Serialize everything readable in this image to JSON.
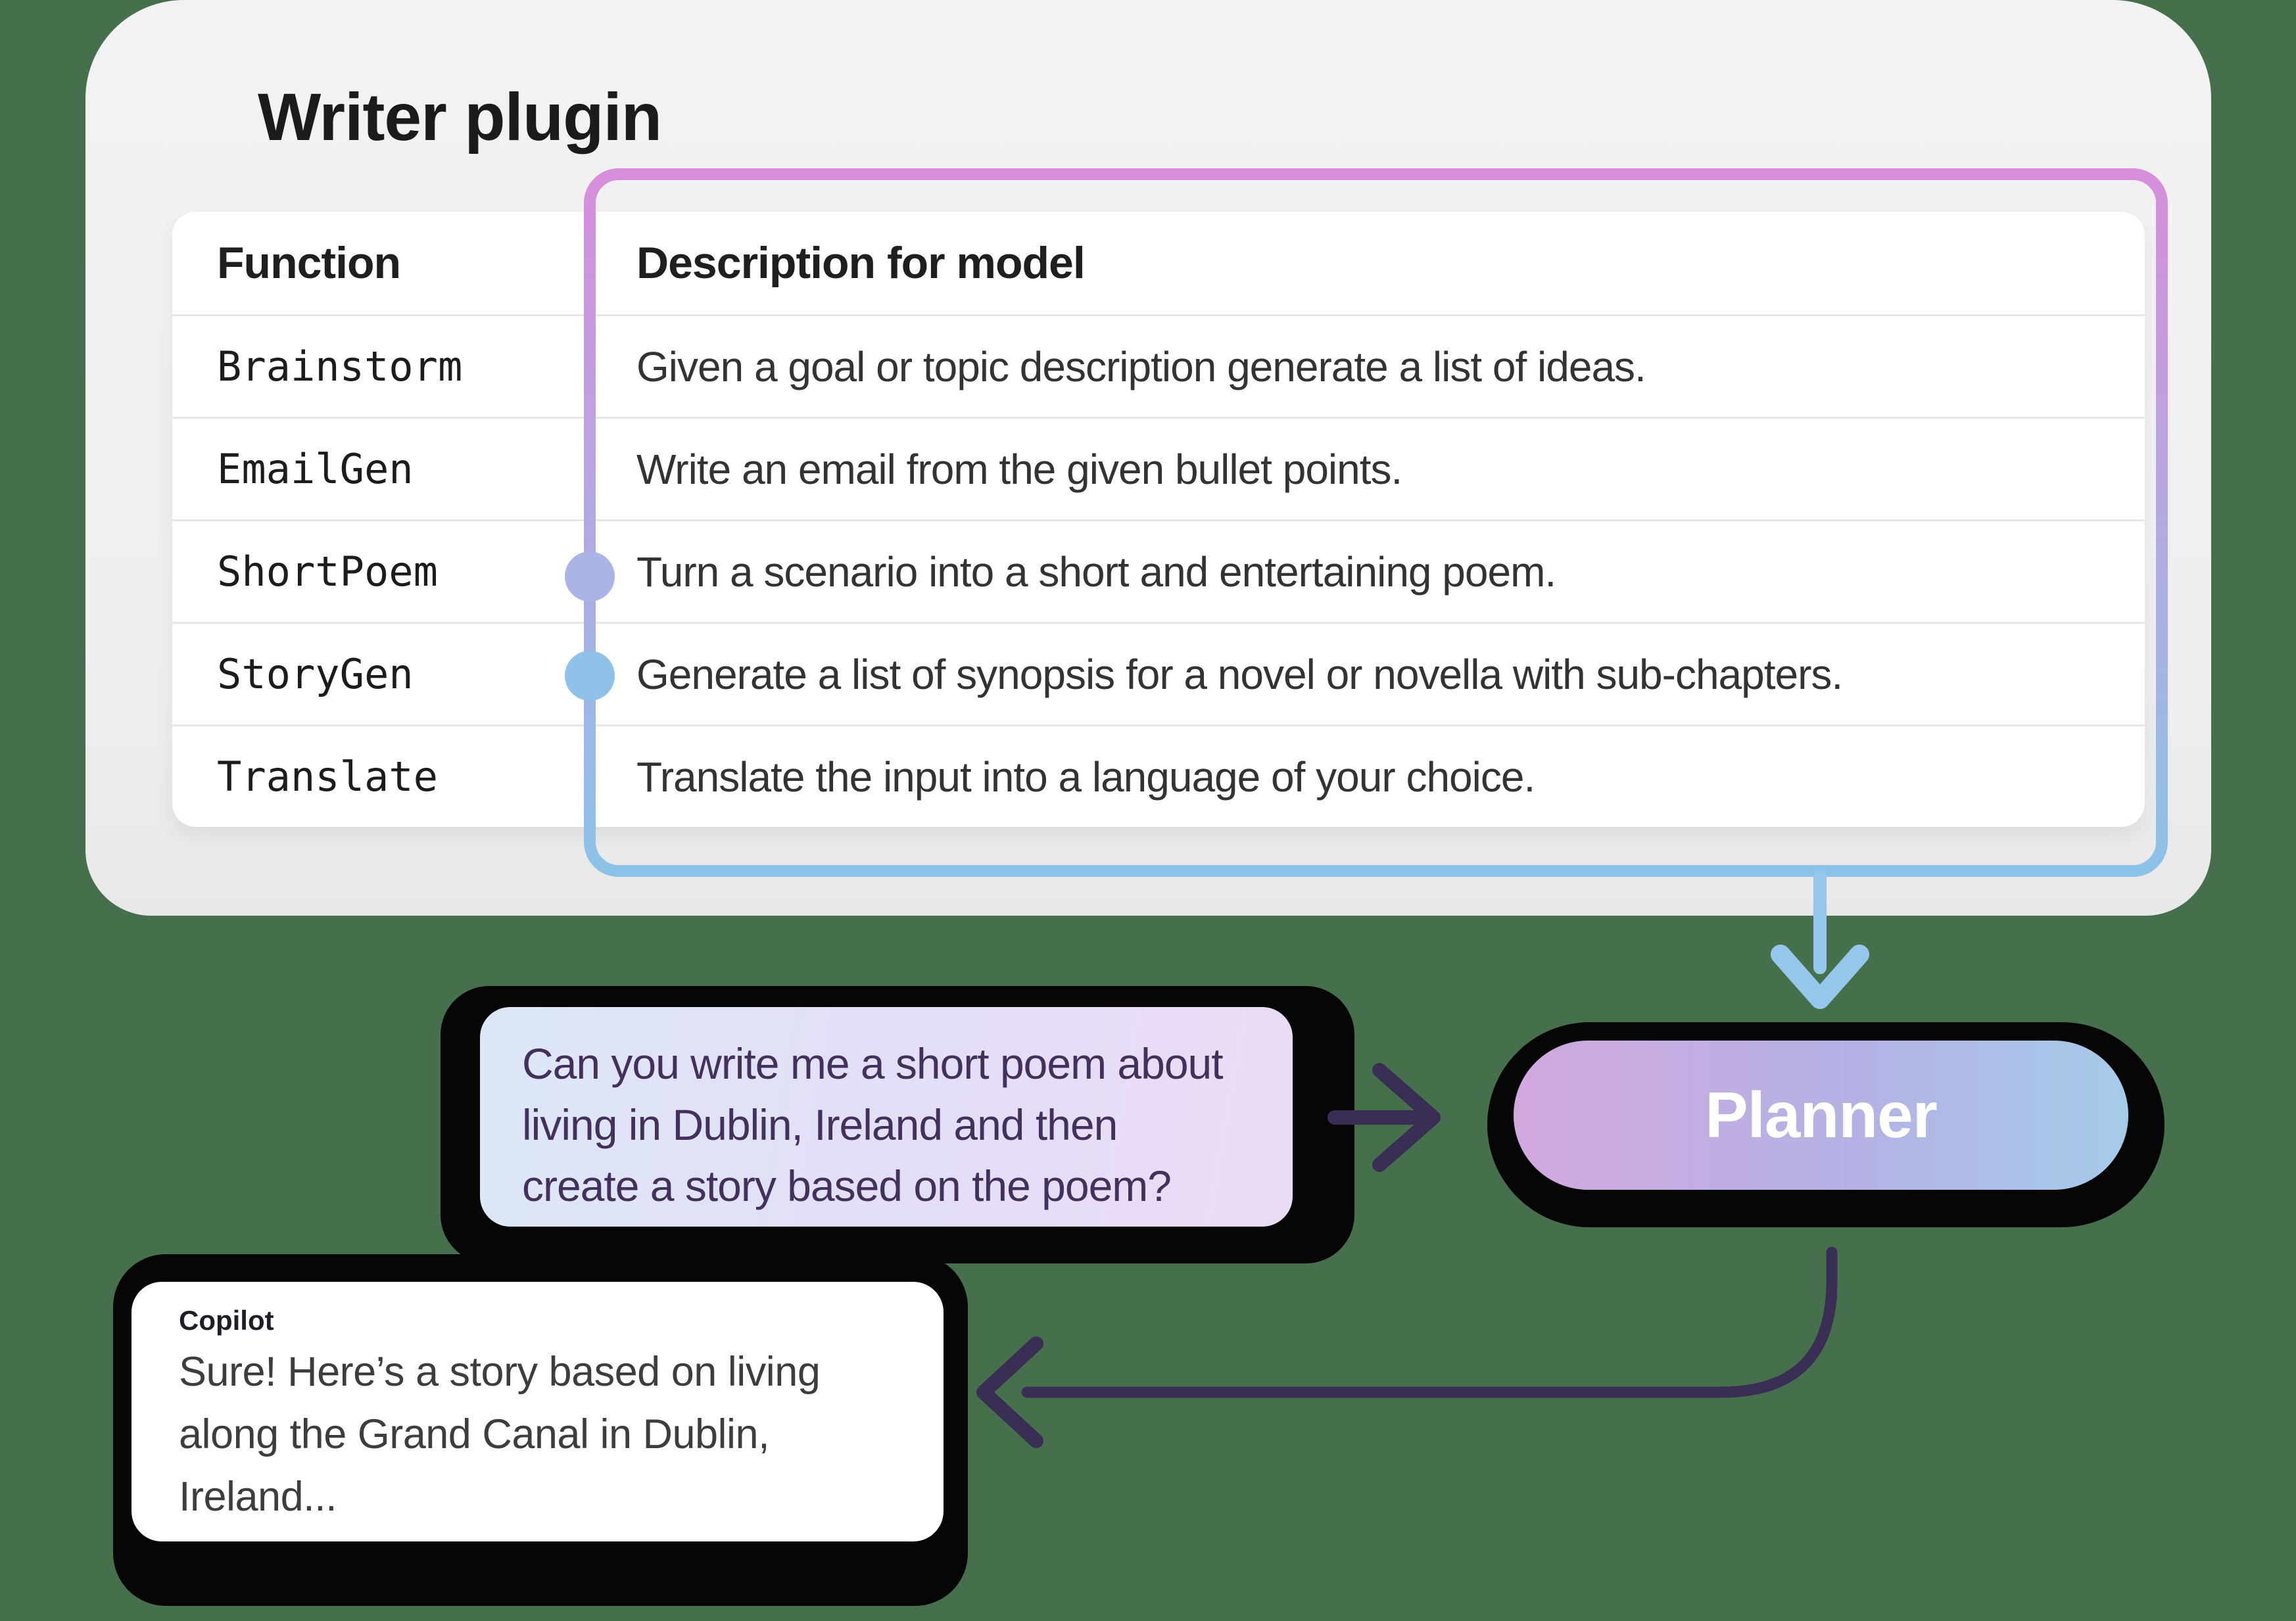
{
  "card": {
    "title": "Writer plugin"
  },
  "table": {
    "headers": [
      "Function",
      "Description for model"
    ],
    "rows": [
      {
        "function": "Brainstorm",
        "description": "Given a goal or topic description generate a list of ideas."
      },
      {
        "function": "EmailGen",
        "description": "Write an email from the given bullet points."
      },
      {
        "function": "ShortPoem",
        "description": "Turn a scenario into a short and entertaining poem."
      },
      {
        "function": "StoryGen",
        "description": "Generate a list of synopsis for a novel or novella with sub-chapters."
      },
      {
        "function": "Translate",
        "description": "Translate the input into a language of your choice."
      }
    ]
  },
  "user_bubble": {
    "lines": [
      "Can you write me a short poem about",
      "living in Dublin, Ireland and then",
      "create a story based on the poem?"
    ]
  },
  "planner": {
    "label": "Planner"
  },
  "copilot_bubble": {
    "speaker": "Copilot",
    "lines": [
      "Sure! Here’s a story based on living",
      "along the Grand Canal in Dublin,",
      "Ireland..."
    ]
  },
  "icons": {
    "down_arrow": "down-arrow-icon",
    "right_arrow": "right-arrow-icon",
    "return_arrow": "return-arrow-icon",
    "dot_shortpoem": "connector-dot-shortpoem",
    "dot_storygen": "connector-dot-storygen"
  },
  "colors": {
    "background": "#46704C",
    "card": "#F2F1F2",
    "table": "#FFFFFF",
    "title_text": "#1B1B1B",
    "desc_text": "#333333",
    "frame_top": "#D78FDB",
    "frame_mid": "#B3A9E2",
    "frame_bottom": "#8CC2E8",
    "dot_shortpoem": "#ABB4E6",
    "dot_storygen": "#90C1E9",
    "blue_arrow": "#94C7EB",
    "dark_arrow": "#3B2E54",
    "user_bubble_left": "#DCE8F7",
    "user_bubble_right": "#EBDCF5",
    "user_text": "#44305C",
    "planner_left": "#D2A8DF",
    "planner_right": "#A6CBEA",
    "planner_text": "#FFFFFF",
    "shadow": "#060606"
  }
}
